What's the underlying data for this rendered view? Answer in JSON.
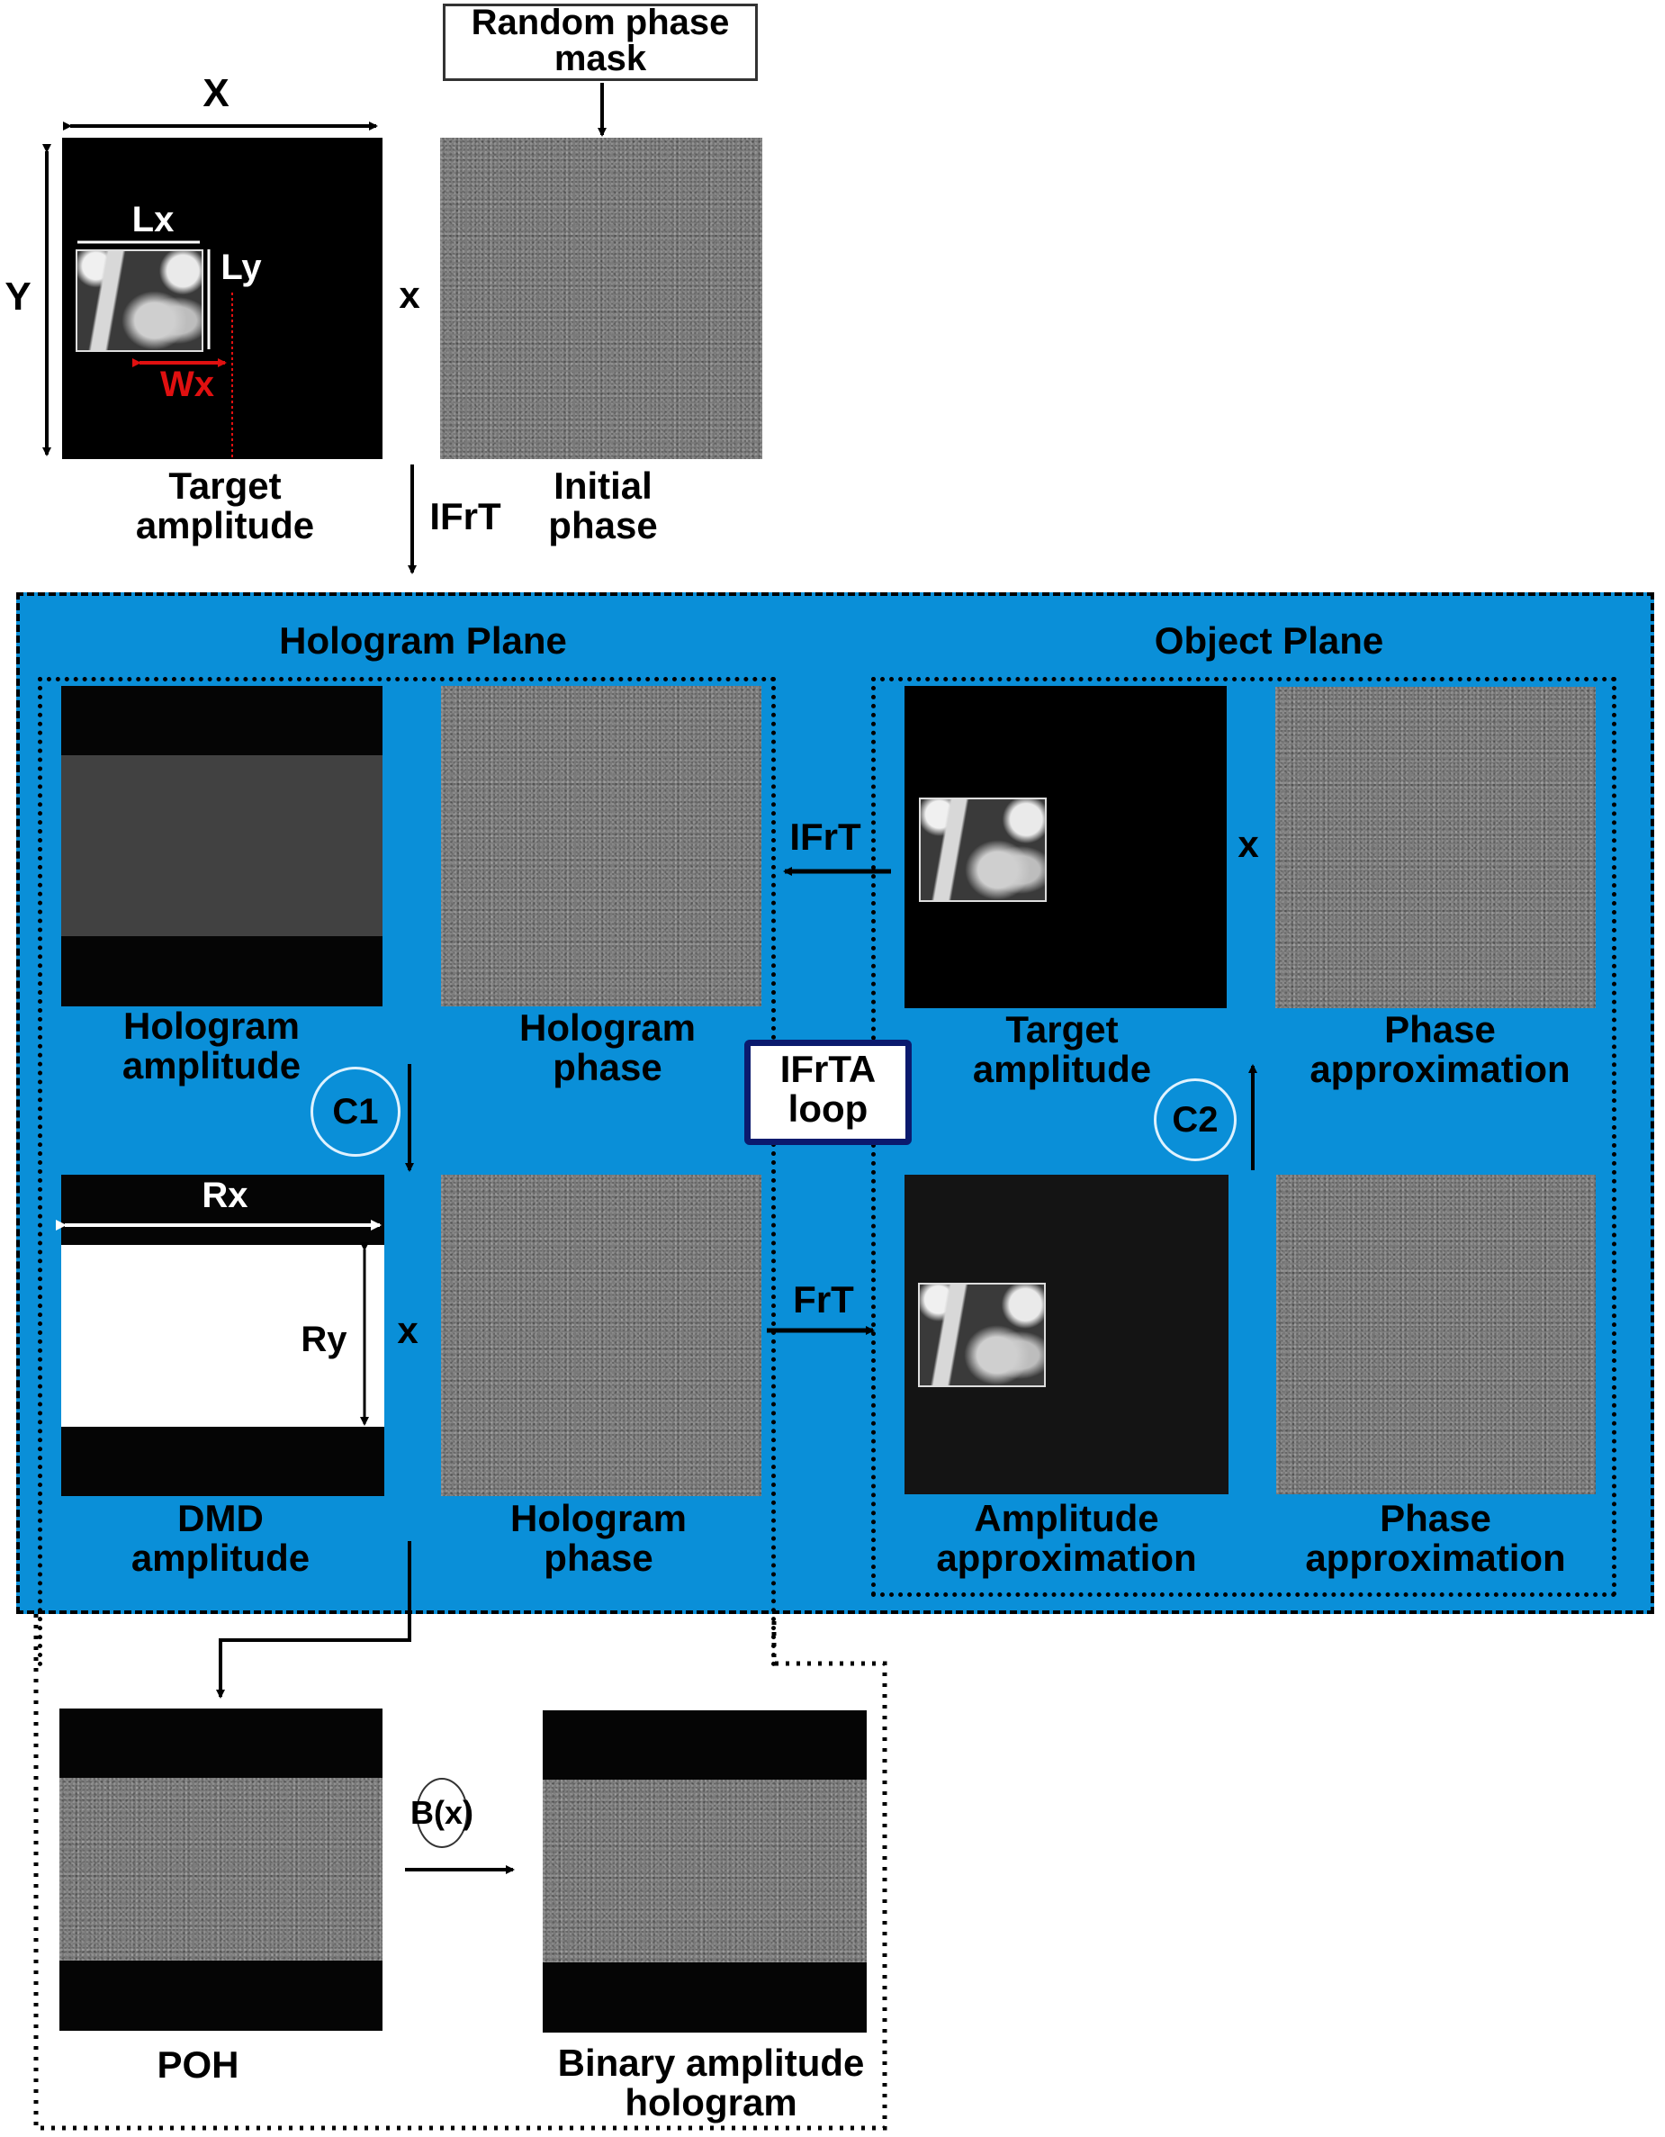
{
  "top": {
    "random_phase_mask": "Random phase\nmask",
    "dim_x": "X",
    "dim_y": "Y",
    "dim_lx": "Lx",
    "dim_ly": "Ly",
    "dim_wx": "Wx",
    "multiply": "x",
    "target_amplitude": "Target\namplitude",
    "initial_phase": "Initial\nphase",
    "ifrt": "IFrT"
  },
  "loop": {
    "hologram_plane_title": "Hologram Plane",
    "object_plane_title": "Object Plane",
    "hologram_amplitude": "Hologram\namplitude",
    "hologram_phase_top": "Hologram\nphase",
    "hologram_phase_bottom": "Hologram\nphase",
    "dmd_amplitude": "DMD\namplitude",
    "dim_rx": "Rx",
    "dim_ry": "Ry",
    "multiply_left": "x",
    "multiply_right": "x",
    "c1": "C1",
    "c2": "C2",
    "ifrta_loop": "IFrTA\nloop",
    "ifrt": "IFrT",
    "frt": "FrT",
    "target_amplitude": "Target\namplitude",
    "phase_approximation_top": "Phase\napproximation",
    "amplitude_approximation": "Amplitude\napproximation",
    "phase_approximation_bottom": "Phase\napproximation"
  },
  "bottom": {
    "poh": "POH",
    "bx": "B(x)",
    "binary_amplitude_hologram": "Binary amplitude\nhologram"
  },
  "colors": {
    "loop_background": "#0a8fd8",
    "ifrta_border": "#0b1a6e",
    "wx_red": "#e01010"
  }
}
